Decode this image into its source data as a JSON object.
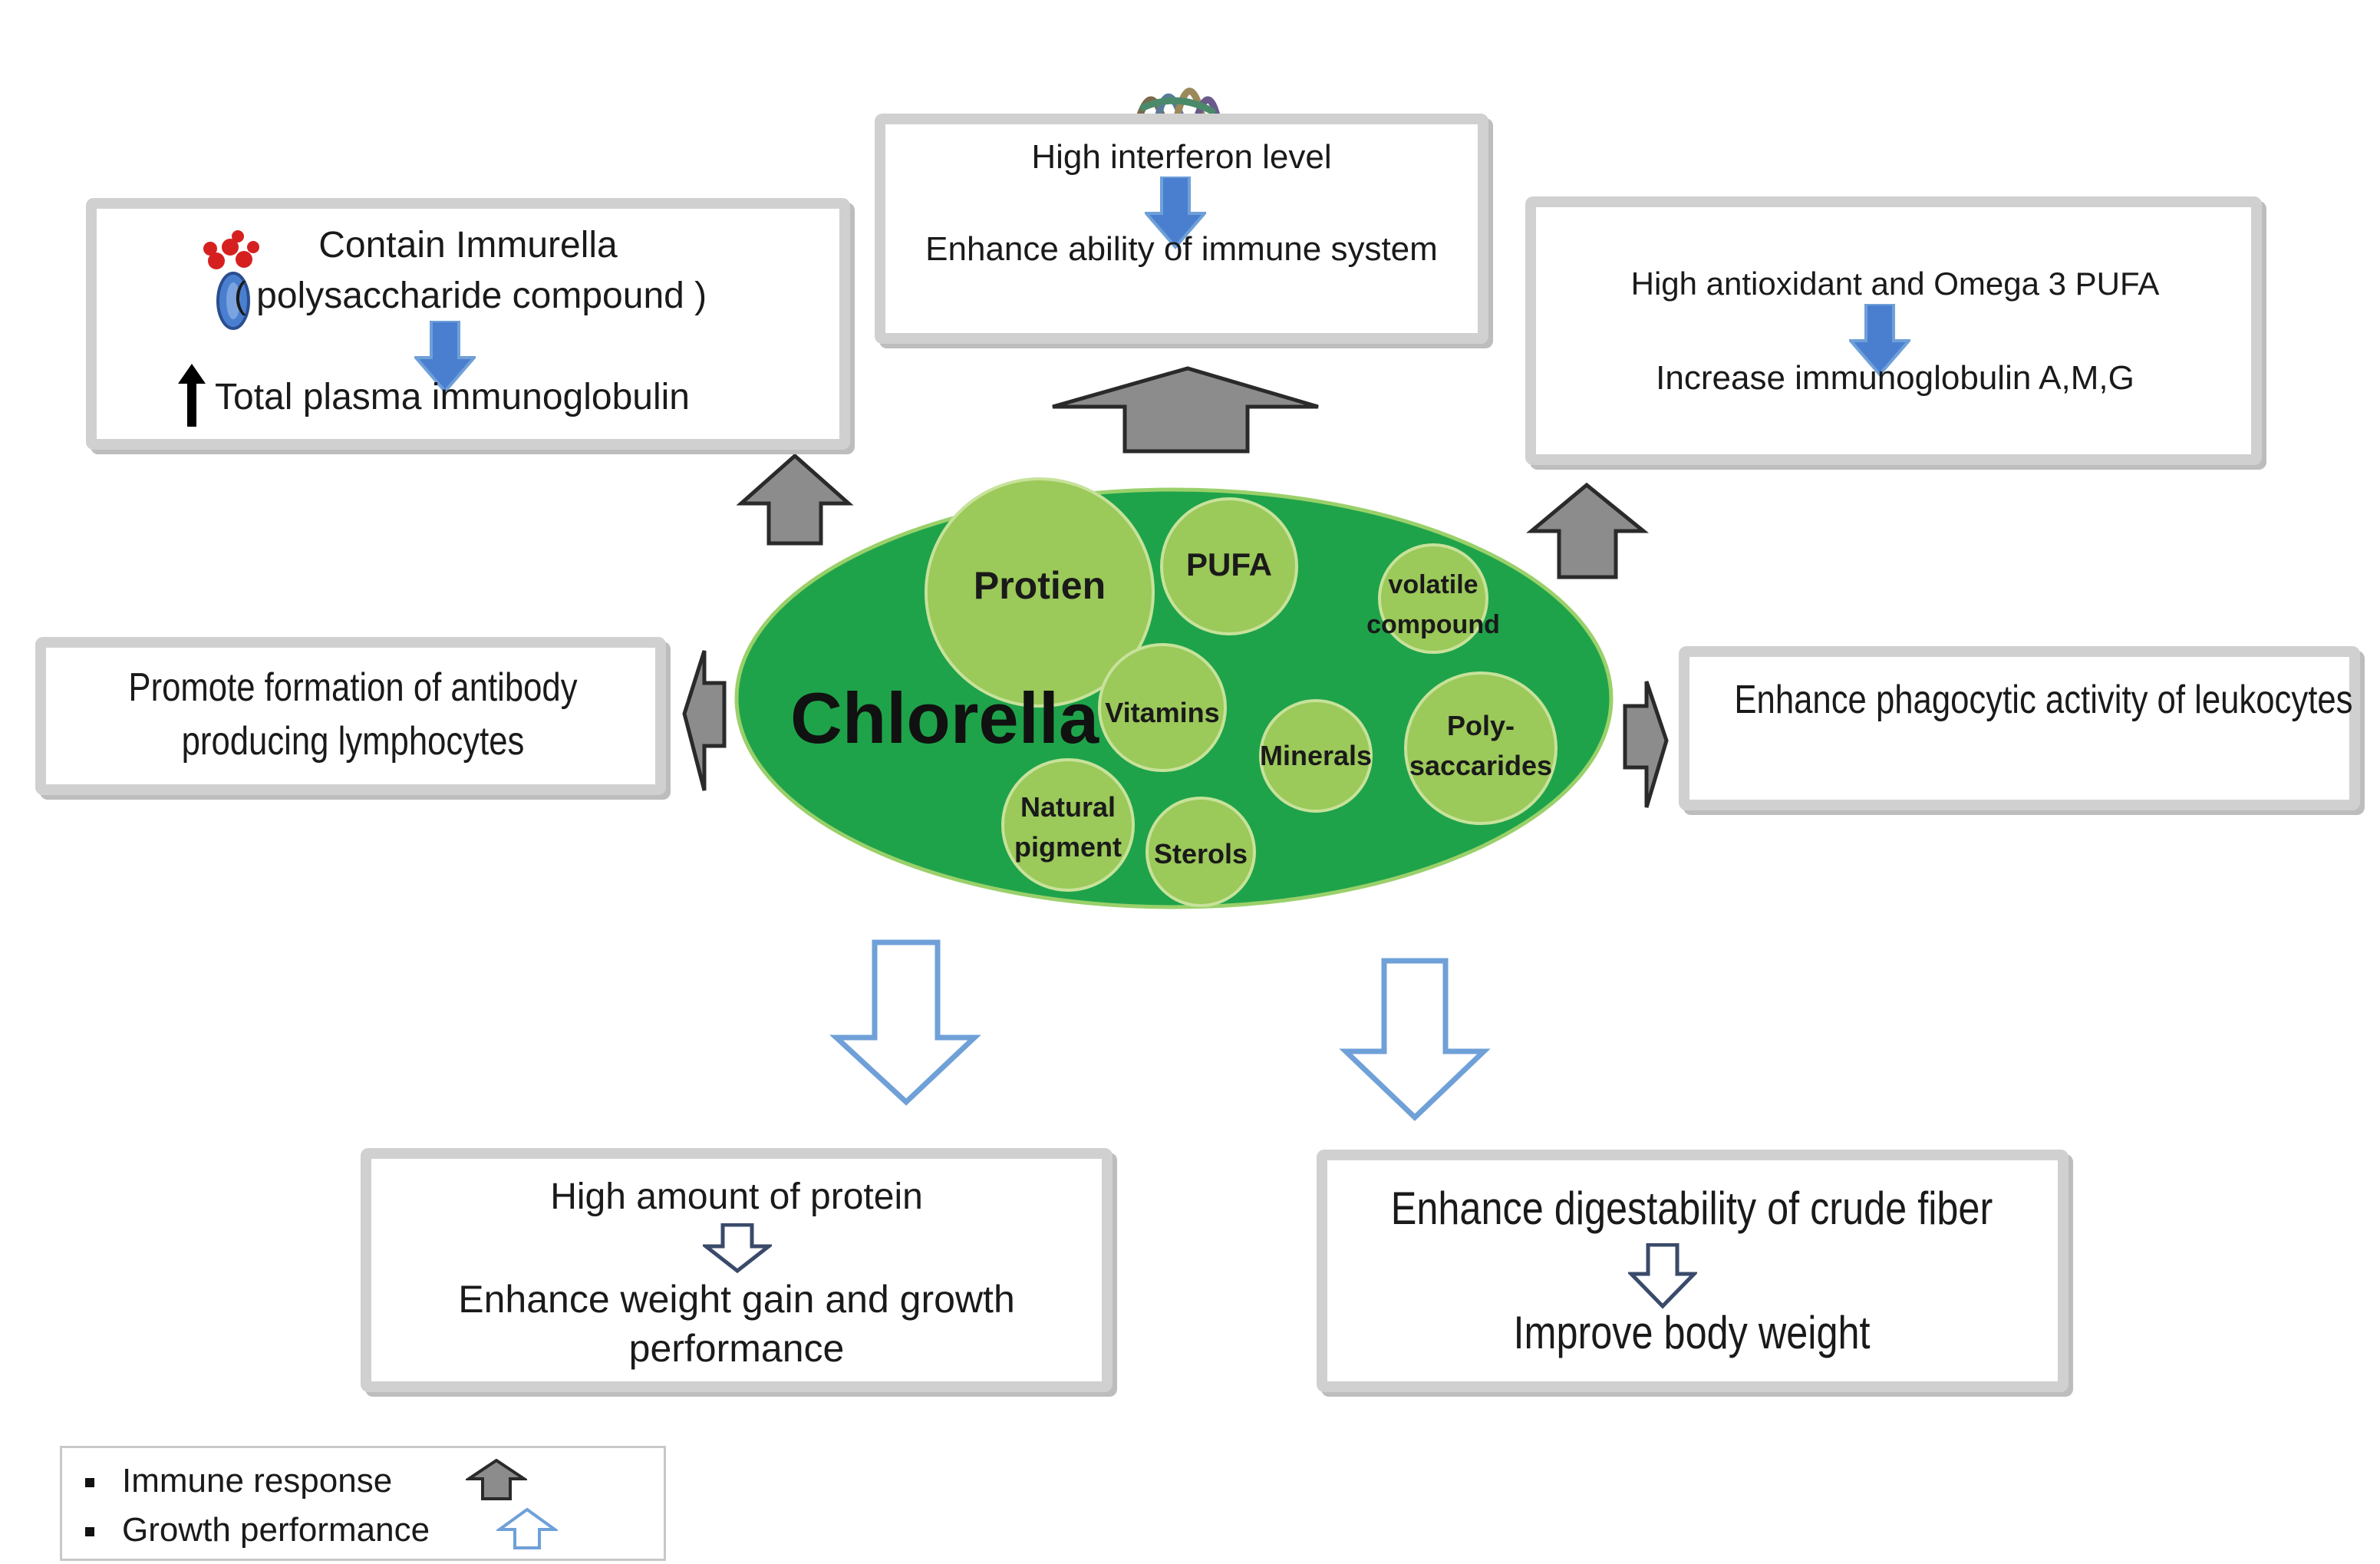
{
  "center": {
    "title": "Chlorella",
    "components": [
      "Protien",
      "PUFA",
      "volatile compound",
      "Vitamins",
      "Minerals",
      "Poly-saccarides",
      "Natural pigment",
      "Sterols"
    ]
  },
  "boxes": {
    "top_left": {
      "line1": "Contain Immurella",
      "line2": "( polysaccharide compound )",
      "line3": "Total plasma immunoglobulin"
    },
    "top_center": {
      "line1": "High interferon level",
      "line2": "Enhance ability of immune system"
    },
    "top_right": {
      "line1": "High antioxidant and Omega 3 PUFA",
      "line2": "Increase immunoglobulin A,M,G"
    },
    "left": {
      "line1": "Promote formation of antibody",
      "line2": "producing  lymphocytes"
    },
    "right": {
      "line1": "Enhance phagocytic activity of leukocytes"
    },
    "bottom_left": {
      "line1": "High amount of protein",
      "line2": "Enhance weight gain and growth",
      "line3": "performance"
    },
    "bottom_right": {
      "line1": "Enhance digestability of crude fiber",
      "line2": "Improve body weight"
    }
  },
  "legend": {
    "immune": "Immune response",
    "growth": "Growth performance"
  },
  "colors": {
    "ellipse": "#1fa34a",
    "bubble": "#9bc95a",
    "grey_arrow": "#8c8c8c",
    "blue_arrow_outline": "#6fa0d8",
    "blue_arrow_fill": "#4a7fd0",
    "box_border": "#d0d0d0"
  }
}
